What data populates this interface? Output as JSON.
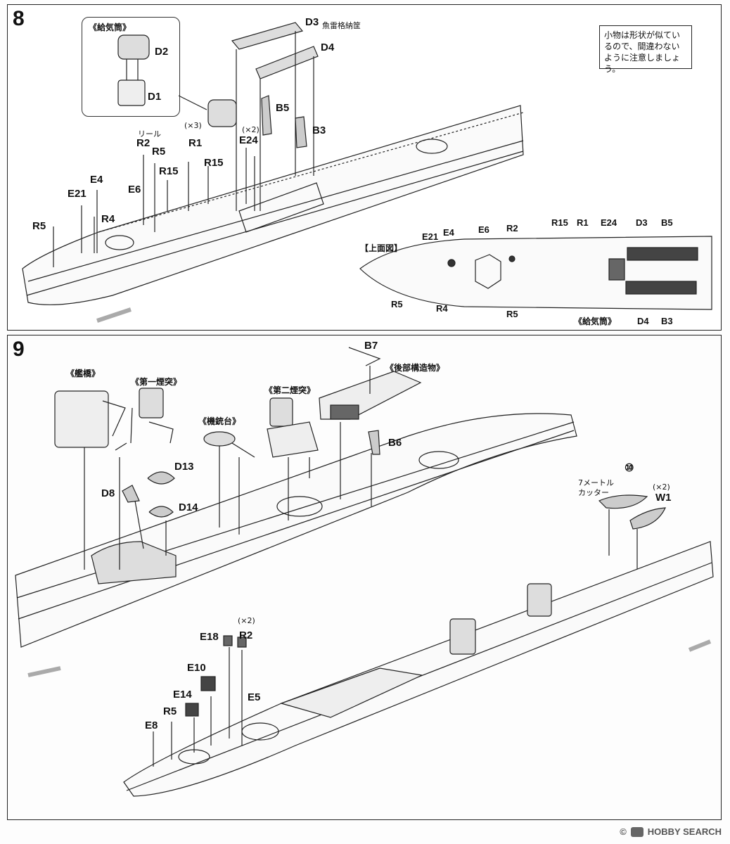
{
  "step8": {
    "number": "8",
    "callout": "小物は形状が似ているので、間違わないように注意しましょう。",
    "inset_title": "《給気筒》",
    "torpedo_note": "魚雷格納筐",
    "reel_note": "リール",
    "top_view_title": "【上面図】",
    "kyuki_caption": "《給気筒》",
    "labels": {
      "D1": "D1",
      "D2": "D2",
      "D3": "D3",
      "D4": "D4",
      "B5": "B5",
      "B3": "B3",
      "E24": "E24",
      "R2": "R2",
      "R5a": "R5",
      "R1": "R1",
      "R15a": "R15",
      "R15b": "R15",
      "E6": "E6",
      "E4": "E4",
      "E21": "E21",
      "R4": "R4",
      "R5b": "R5",
      "x3": "(×3)",
      "x2": "(×2)"
    },
    "top_labels": {
      "E21": "E21",
      "E4": "E4",
      "E6": "E6",
      "R2": "R2",
      "R15": "R15",
      "R1": "R1",
      "E24": "E24",
      "D3": "D3",
      "B5": "B5",
      "R5a": "R5",
      "R4": "R4",
      "R5b": "R5",
      "D4": "D4",
      "B3": "B3"
    }
  },
  "step9": {
    "number": "9",
    "bridge": "《艦橋》",
    "funnel1": "《第一煙突》",
    "funnel2": "《第二煙突》",
    "mg_platform": "《機銃台》",
    "aft_structure": "《後部構造物》",
    "cutter_note": "7メートル\nカッター",
    "circle10": "⑩",
    "labels": {
      "B7": "B7",
      "B6": "B6",
      "D13": "D13",
      "D8": "D8",
      "D14": "D14",
      "W1": "W1",
      "x2a": "(×2)",
      "E18": "E18",
      "R2": "R2",
      "x2b": "(×2)",
      "E10": "E10",
      "E14": "E14",
      "E5": "E5",
      "R5": "R5",
      "E8": "E8"
    }
  },
  "watermark": "HOBBY SEARCH",
  "watermark_prefix": "©"
}
